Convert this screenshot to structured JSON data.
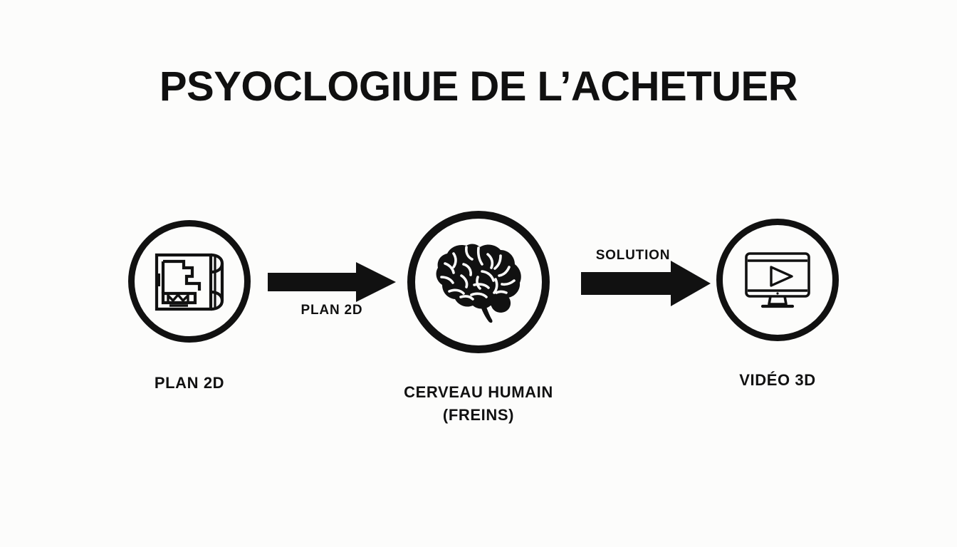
{
  "slide": {
    "title": "PSYOCLOGIUE DE L’ACHETUER",
    "background_color": "#fcfcfb",
    "ink_color": "#111111"
  },
  "flow": {
    "nodes": [
      {
        "id": "plan-2d",
        "icon": "blueprint-floorplan-icon",
        "caption_line1": "PLAN 2D",
        "caption_line2": ""
      },
      {
        "id": "cerveau-humain",
        "icon": "brain-icon",
        "caption_line1": "CERVEAU HUMAIN",
        "caption_line2": "(FREINS)"
      },
      {
        "id": "video-3d",
        "icon": "video-monitor-play-icon",
        "caption_line1": "VIDÉO 3D",
        "caption_line2": ""
      }
    ],
    "connectors": [
      {
        "id": "arrow-plan-to-brain",
        "label": "PLAN 2D",
        "label_position": "below",
        "direction": "right"
      },
      {
        "id": "arrow-brain-to-video",
        "label": "SOLUTION",
        "label_position": "above",
        "direction": "right"
      }
    ]
  }
}
